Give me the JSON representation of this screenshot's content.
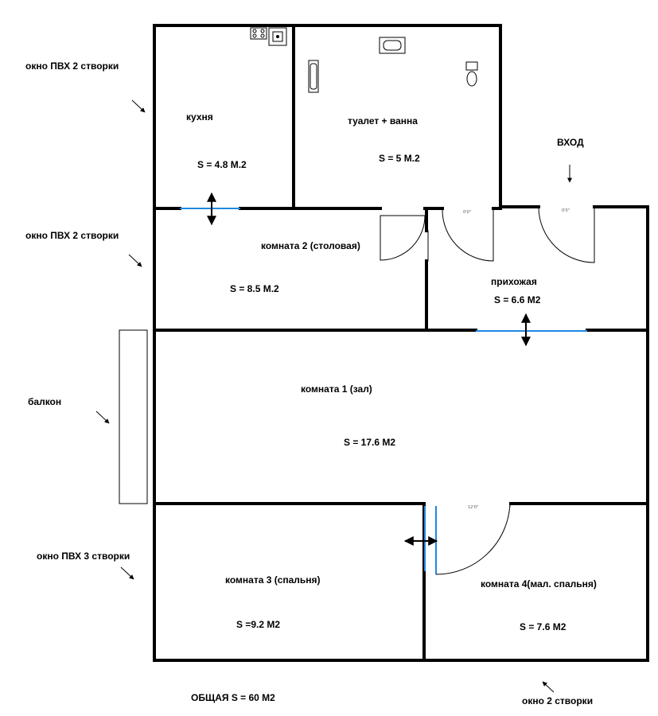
{
  "labels": {
    "window_kitchen": "окно ПВХ 2 створки",
    "window_dining": "окно ПВХ 2 створки",
    "balcony": "балкон",
    "window_bedroom": "окно ПВХ 3 створки",
    "window_small_bedroom": "окно 2 створки",
    "entrance": "ВХОД",
    "total": "ОБЩАЯ  S = 60 М2"
  },
  "rooms": {
    "kitchen": {
      "name": "кухня",
      "area": "S = 4.8 М.2"
    },
    "bathroom": {
      "name": "туалет + ванна",
      "area": "S = 5 М.2"
    },
    "dining": {
      "name": "комната 2 (столовая)",
      "area": "S = 8.5 М.2"
    },
    "hallway": {
      "name": "прихожая",
      "area": "S = 6.6 М2"
    },
    "living": {
      "name": "комната 1 (зал)",
      "area": "S = 17.6 М2"
    },
    "bedroom": {
      "name": "комната 3 (спальня)",
      "area": "S =9.2 М2"
    },
    "small_bedroom": {
      "name": "комната 4(мал. спальня)",
      "area": "S = 7.6 М2"
    }
  },
  "door_marks": {
    "bath_door": "0'0\"",
    "entry_door": "0'0\"",
    "bedroom_door": "12'0\""
  },
  "colors": {
    "walls": "#000000",
    "openings": "#1e88e5",
    "background": "#ffffff"
  }
}
